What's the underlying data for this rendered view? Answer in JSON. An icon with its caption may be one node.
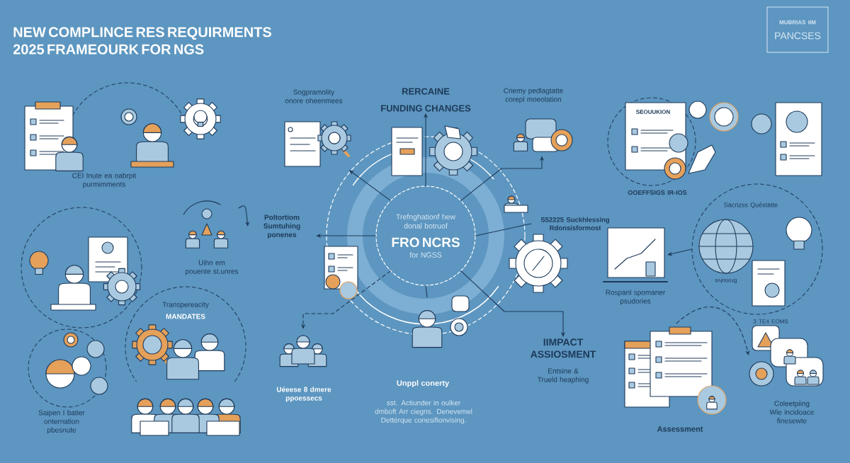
{
  "diagram": {
    "title": "NEW COMPLINCE RES REQUIRMENTS 2025 FRAMEOURK FOR NGS",
    "nodes": [
      {
        "text": [
          "Trefnghationf hew donal botruof",
          "FRO NCRS",
          "for NGSS"
        ]
      },
      {
        "text": [
          "RERCAINE",
          "FUNDING CHANGES"
        ]
      },
      {
        "text": [],
        "shape": "picture",
        "beside": [
          "Sogpramolity onore oheenmees"
        ]
      },
      {
        "text": [],
        "shape": "picture",
        "beside": [
          "Criemy pedlagtatte corepl moeolation"
        ]
      },
      {
        "text": [
          "Poltortiom Sumtuhing ponenes"
        ]
      },
      {
        "text": [
          "S52225 Suckhlessing Rdonsisformost"
        ]
      },
      {
        "text": [
          "IIMPACT ASSIOSMENT",
          "Entsine & Trueld heaphing"
        ]
      },
      {
        "text": [],
        "shape": "person",
        "beside": [
          "Unppl conerty",
          "sst. Actiunder in oulker dmboft Arr ciegns. Denevemel Dettérque conesifionvising."
        ]
      },
      {
        "text": [],
        "shape": "picture",
        "beside": [
          "Uéeese 8 dmere ppoessecs"
        ]
      },
      {
        "text": [],
        "shape": "picture",
        "beside": [
          "Uihn em pouente st.unres"
        ]
      },
      {
        "text": [
          "MUBRIAS IIM",
          "PANCSES"
        ]
      },
      {
        "text": [],
        "shape": "circle"
      },
      {
        "text": [],
        "shape": "picture",
        "beside": [
          "Rospanl spomaner psudories"
        ]
      },
      {
        "text": [],
        "shape": "picture",
        "beside": [
          "Assessment"
        ]
      },
      {
        "text": [],
        "shape": "picture",
        "beside": [
          "Coleetpiing Wie incidoace finesewte"
        ]
      }
    ],
    "edges": [
      {
        "from": 0,
        "to": 1,
        "arrow": "to"
      },
      {
        "from": 0,
        "to": 2,
        "arrow": "to"
      },
      {
        "from": 0,
        "to": 3,
        "arrow": "to"
      },
      {
        "from": 0,
        "to": 4,
        "arrow": "to"
      },
      {
        "from": 9,
        "to": 4,
        "arrow": "to"
      },
      {
        "from": 0,
        "to": 5,
        "arrow": "none"
      },
      {
        "from": 0,
        "to": 6,
        "arrow": "to"
      },
      {
        "from": 0,
        "to": 7,
        "arrow": "none"
      },
      {
        "from": 0,
        "to": 8,
        "arrow": "to",
        "style": "dashed"
      },
      {
        "from": 11,
        "to": 12,
        "arrow": "to"
      },
      {
        "from": 13,
        "to": 14,
        "arrow": "to",
        "style": "dashed"
      }
    ],
    "labels": [
      "CEI Inute ea oabrpit purmimments",
      "Transpereacity",
      "MANDATES",
      "Saipen I batier onternation pbesnute",
      "SEOUUKION",
      "OOEFFSIGS IR-IOS",
      "Sacrizss Quéstatte",
      "Brooulvs",
      "3 TE4 EOMS"
    ]
  }
}
